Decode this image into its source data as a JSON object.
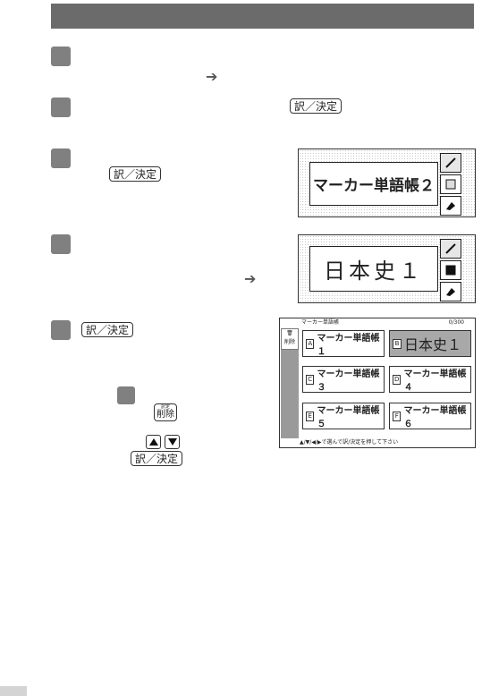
{
  "keys": {
    "confirm": "訳／決定",
    "delete_top": "訳定",
    "delete_bottom": "削除"
  },
  "screen1": {
    "name": "マーカー単語帳２"
  },
  "screen2": {
    "handwritten": "日本史１"
  },
  "list_screen": {
    "title": "マーカー単語帳",
    "count": "0/300",
    "side_label": "削除",
    "cells": [
      {
        "letter": "A",
        "label": "マーカー単語帳１"
      },
      {
        "letter": "B",
        "label": "日本史１"
      },
      {
        "letter": "C",
        "label": "マーカー単語帳３"
      },
      {
        "letter": "D",
        "label": "マーカー単語帳４"
      },
      {
        "letter": "E",
        "label": "マーカー単語帳５"
      },
      {
        "letter": "F",
        "label": "マーカー単語帳６"
      }
    ],
    "status": "▲/▼/◀/▶で選んで訳/決定を押して下さい"
  },
  "colors": {
    "header": "#6b6b6b",
    "step": "#808080",
    "selected_cell": "#a8a8a8"
  }
}
